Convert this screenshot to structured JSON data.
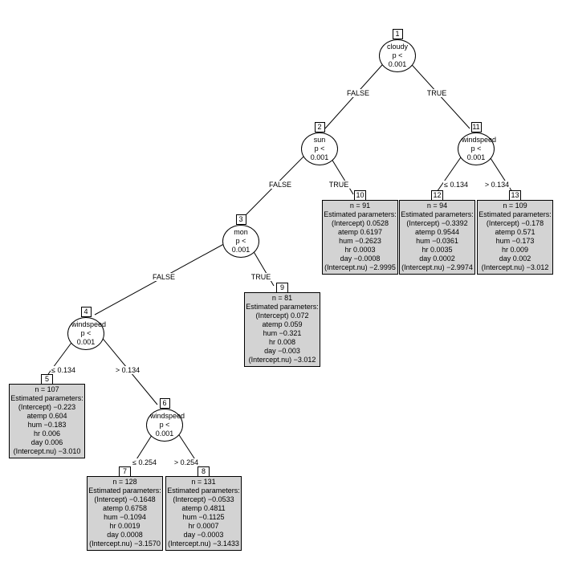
{
  "nodes": {
    "n1": {
      "id": "1",
      "var": "cloudy",
      "p": "p < 0.001"
    },
    "n2": {
      "id": "2",
      "var": "sun",
      "p": "p < 0.001"
    },
    "n3": {
      "id": "3",
      "var": "mon",
      "p": "p < 0.001"
    },
    "n4": {
      "id": "4",
      "var": "windspeed",
      "p": "p < 0.001"
    },
    "n6": {
      "id": "6",
      "var": "windspeed",
      "p": "p < 0.001"
    },
    "n11": {
      "id": "11",
      "var": "windspeed",
      "p": "p < 0.001"
    }
  },
  "leaves": {
    "n5": {
      "id": "5",
      "n": "n = 107",
      "title": "Estimated parameters:",
      "lines": [
        "(Intercept) −0.223",
        "atemp 0.604",
        "hum −0.183",
        "hr 0.006",
        "day 0.006",
        "(Intercept.nu) −3.010"
      ]
    },
    "n7": {
      "id": "7",
      "n": "n = 128",
      "title": "Estimated parameters:",
      "lines": [
        "(Intercept) −0.1648",
        "atemp 0.6758",
        "hum −0.1094",
        "hr 0.0019",
        "day 0.0008",
        "(Intercept.nu) −3.1570"
      ]
    },
    "n8": {
      "id": "8",
      "n": "n = 131",
      "title": "Estimated parameters:",
      "lines": [
        "(Intercept) −0.0533",
        "atemp 0.4811",
        "hum −0.1125",
        "hr 0.0007",
        "day −0.0003",
        "(Intercept.nu) −3.1433"
      ]
    },
    "n9": {
      "id": "9",
      "n": "n = 81",
      "title": "Estimated parameters:",
      "lines": [
        "(Intercept) 0.072",
        "atemp 0.059",
        "hum −0.321",
        "hr 0.008",
        "day −0.003",
        "(Intercept.nu) −3.012"
      ]
    },
    "n10": {
      "id": "10",
      "n": "n = 91",
      "title": "Estimated parameters:",
      "lines": [
        "(Intercept) 0.0528",
        "atemp 0.6197",
        "hum −0.2623",
        "hr 0.0003",
        "day −0.0008",
        "(Intercept.nu) −2.9995"
      ]
    },
    "n12": {
      "id": "12",
      "n": "n = 94",
      "title": "Estimated parameters:",
      "lines": [
        "(Intercept) −0.3392",
        "atemp 0.9544",
        "hum −0.0361",
        "hr 0.0035",
        "day 0.0002",
        "(Intercept.nu) −2.9974"
      ]
    },
    "n13": {
      "id": "13",
      "n": "n = 109",
      "title": "Estimated parameters:",
      "lines": [
        "(Intercept) −0.178",
        "atemp 0.571",
        "hum −0.173",
        "hr 0.009",
        "day 0.002",
        "(Intercept.nu) −3.012"
      ]
    }
  },
  "edges": {
    "e1_2": "FALSE",
    "e1_11": "TRUE",
    "e2_3": "FALSE",
    "e2_10": "TRUE",
    "e3_4": "FALSE",
    "e3_9": "TRUE",
    "e4_5": "≤ 0.134",
    "e4_6": "> 0.134",
    "e6_7": "≤ 0.254",
    "e6_8": "> 0.254",
    "e11_12": "≤ 0.134",
    "e11_13": "> 0.134"
  }
}
